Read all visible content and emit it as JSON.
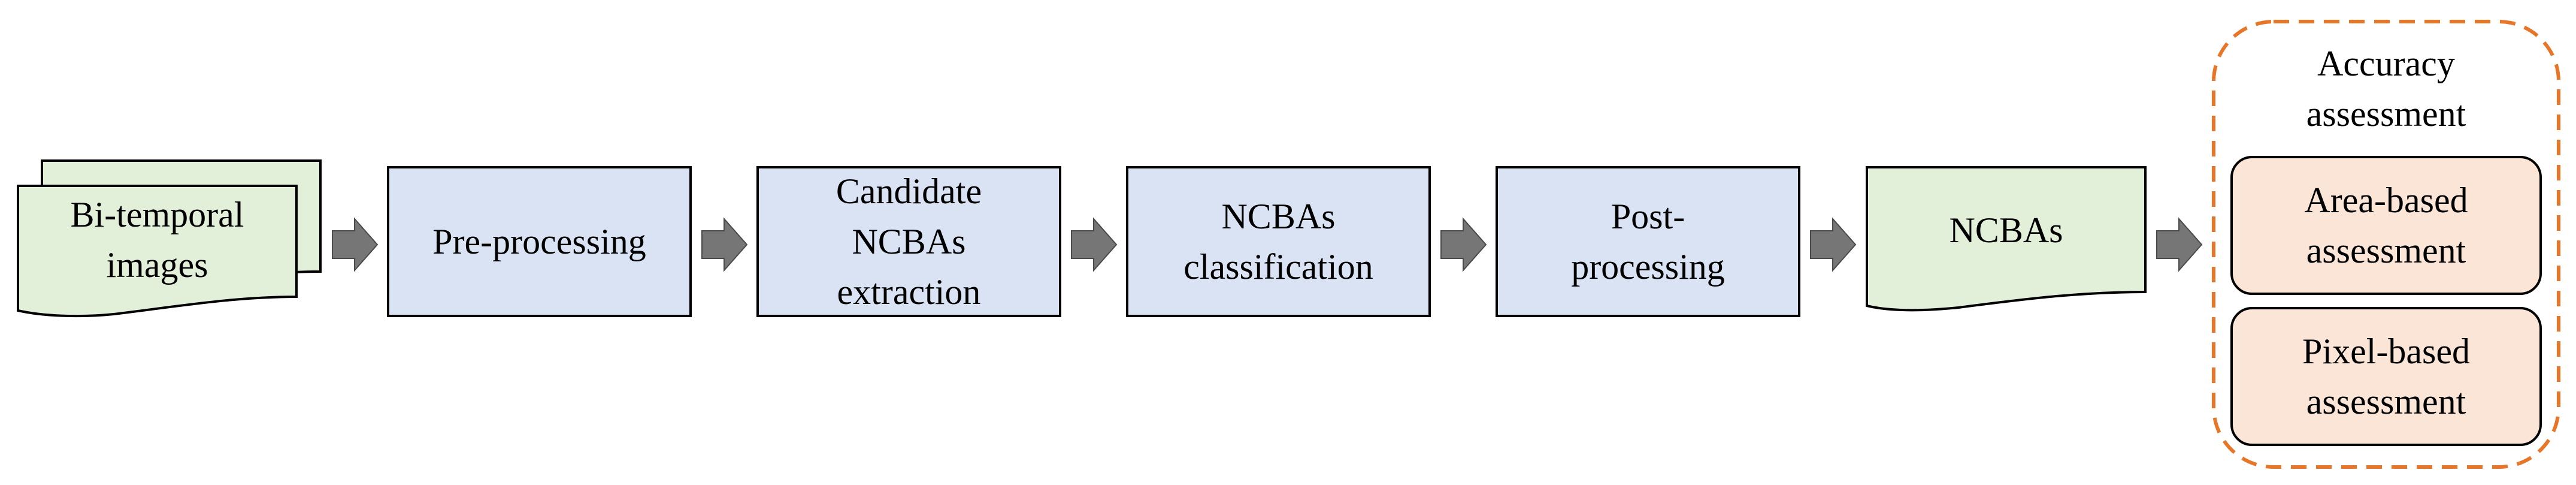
{
  "flow": {
    "input_doc": {
      "line1": "Bi-temporal",
      "line2": "images",
      "fill": "#E2F0D9"
    },
    "steps": [
      {
        "label": "Pre-processing"
      },
      {
        "line1": "Candidate",
        "line2": "NCBAs",
        "line3": "extraction"
      },
      {
        "line1": "NCBAs",
        "line2": "classification"
      },
      {
        "line1": "Post-",
        "line2": "processing"
      }
    ],
    "step_fill": "#DAE3F3",
    "output_doc": {
      "label": "NCBAs",
      "fill": "#E2F0D9"
    },
    "arrow_color": "#767676"
  },
  "accuracy": {
    "title_line1": "Accuracy",
    "title_line2": "assessment",
    "border_color": "#E87628",
    "items": [
      {
        "line1": "Area-based",
        "line2": "assessment"
      },
      {
        "line1": "Pixel-based",
        "line2": "assessment"
      }
    ],
    "item_fill": "#FBE5D6"
  }
}
